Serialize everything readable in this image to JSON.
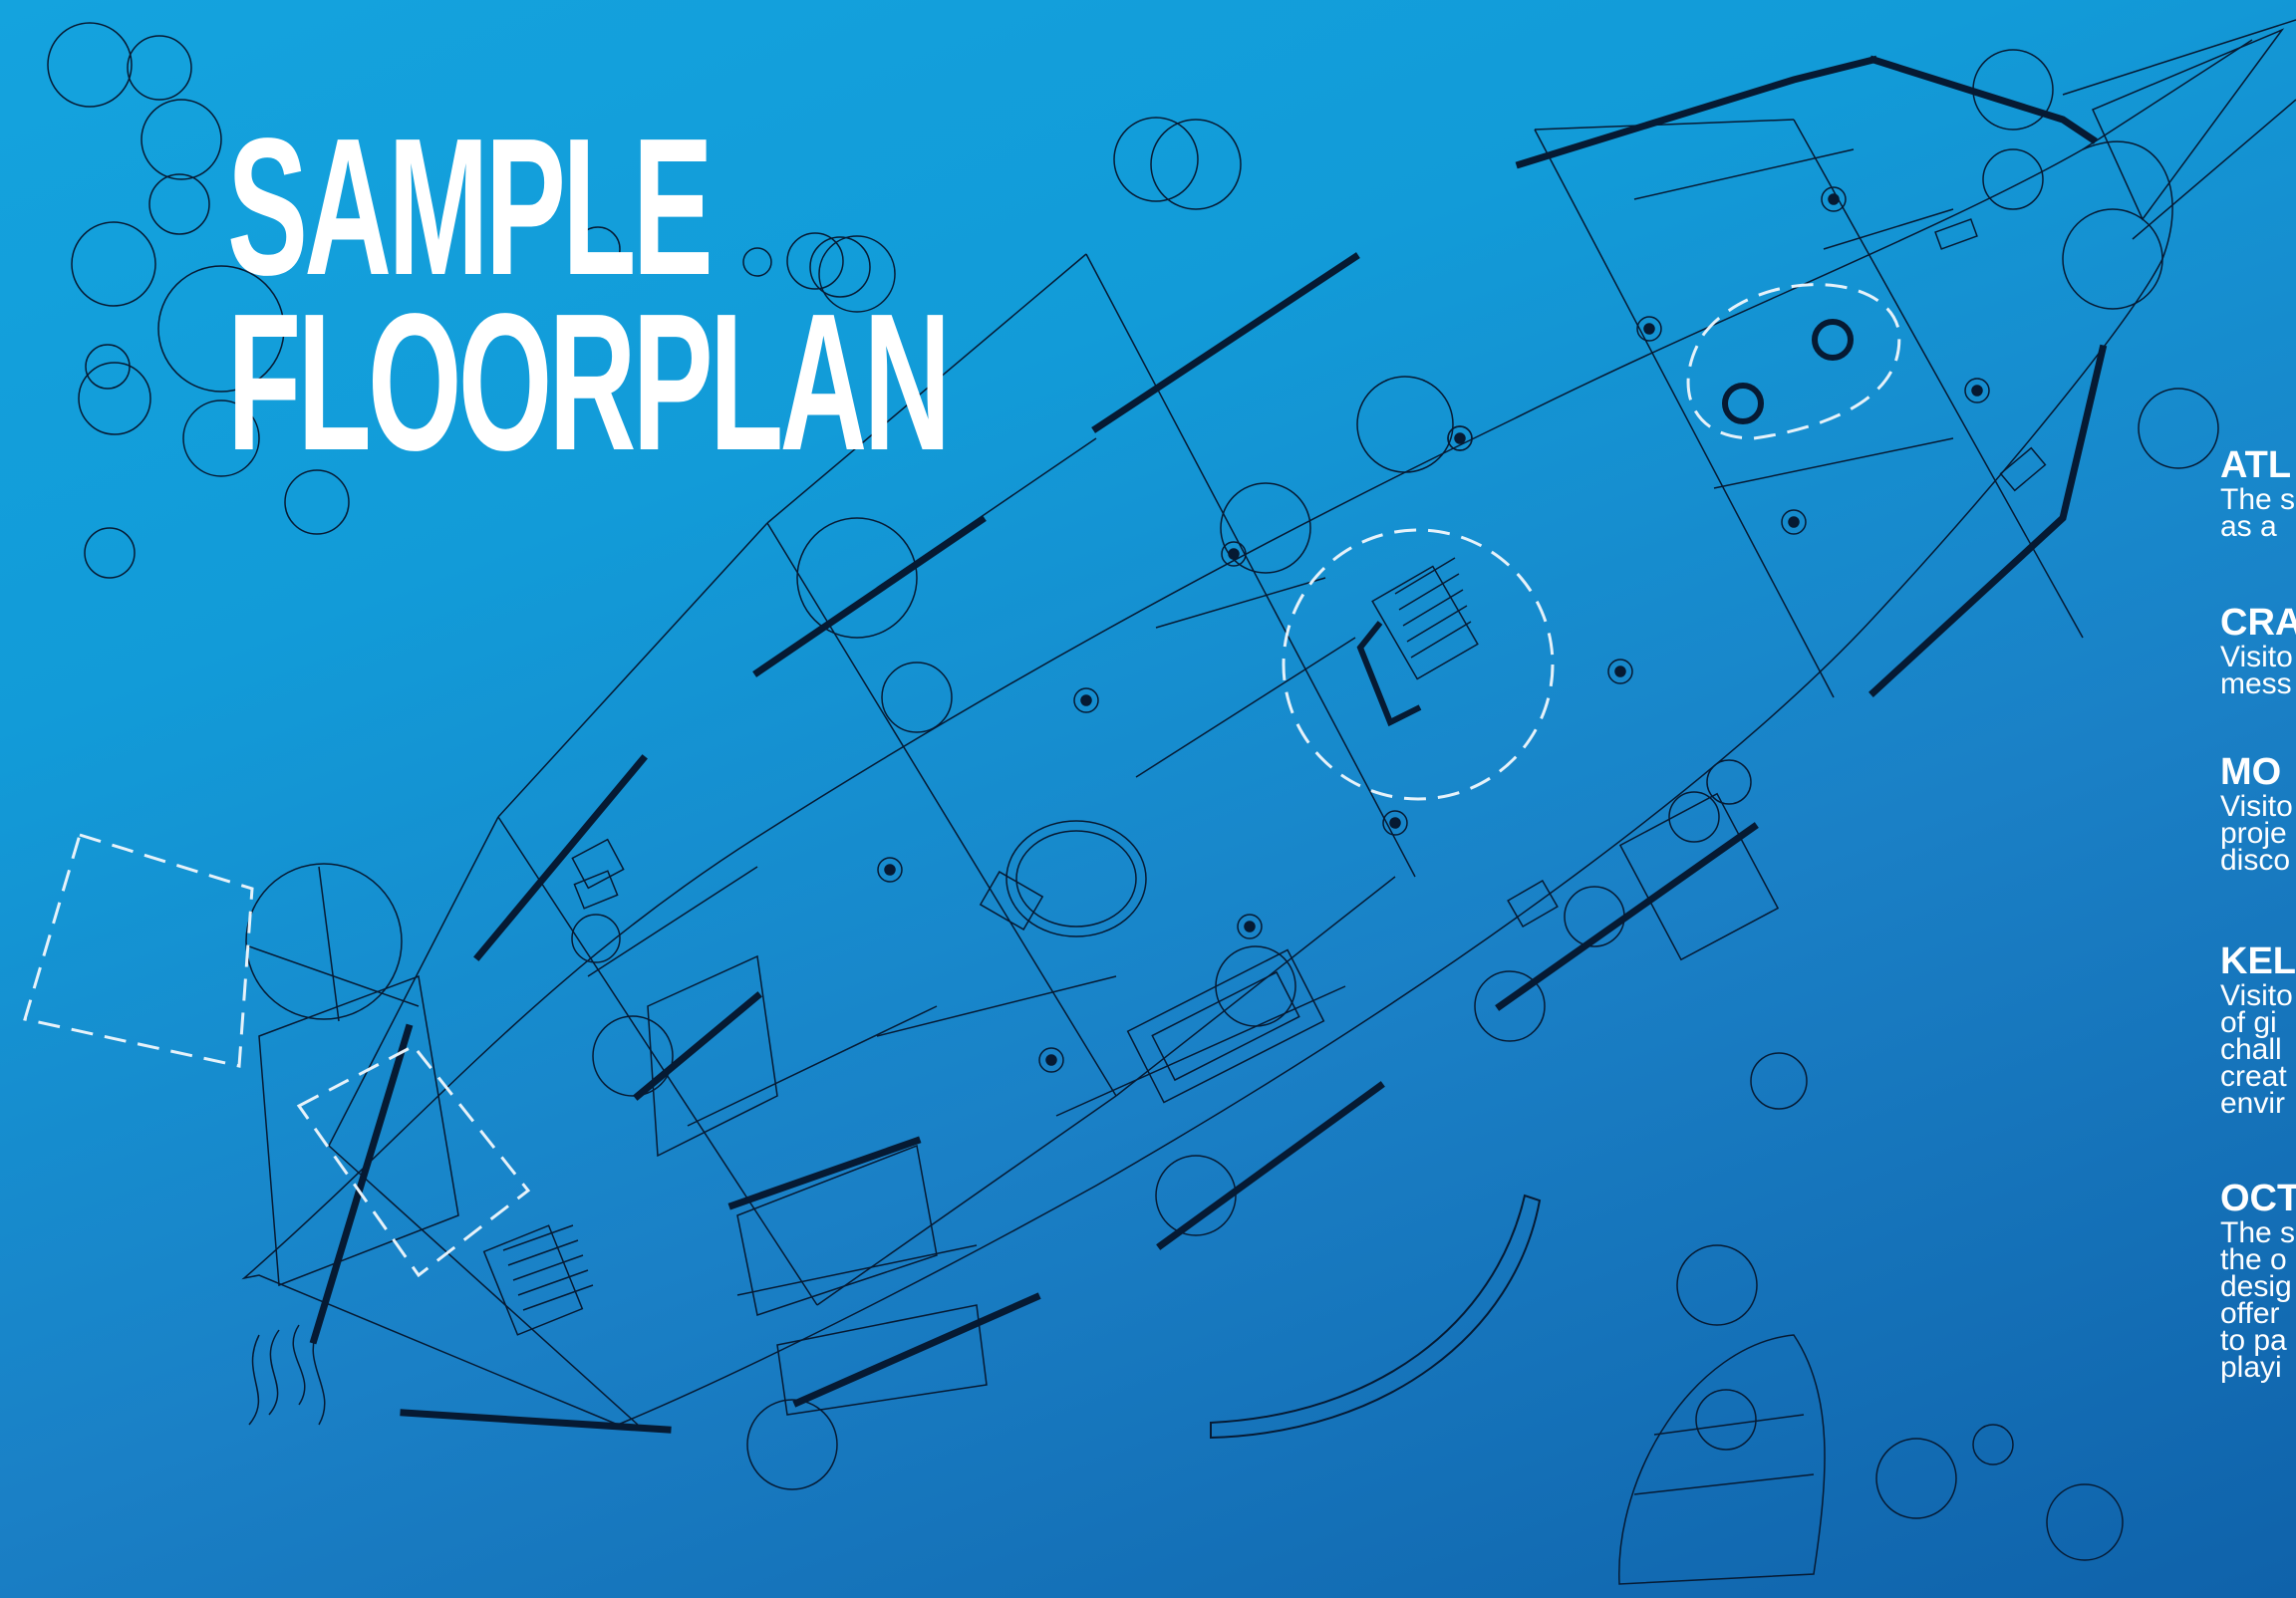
{
  "title": {
    "line1": "SAMPLE",
    "line2": "FLOORPLAN"
  },
  "zones": [
    {
      "heading": "ATL",
      "text": [
        "The s",
        "as a"
      ]
    },
    {
      "heading": "CRA",
      "text": [
        "Visito",
        "mess"
      ]
    },
    {
      "heading": "MO",
      "text": [
        "Visito",
        "proje",
        "disco"
      ]
    },
    {
      "heading": "KEL",
      "text": [
        "Visito",
        "of gi",
        "chall",
        "creat",
        "envir"
      ]
    },
    {
      "heading": "OCT",
      "text": [
        "The s",
        "the o",
        "desig",
        "offer",
        "to pa",
        "playi"
      ]
    }
  ],
  "colors": {
    "background_top": "#14a3de",
    "background_bottom": "#0f62aa",
    "line": "#061a33",
    "highlight": "#e6f2fa",
    "text": "#ffffff"
  }
}
